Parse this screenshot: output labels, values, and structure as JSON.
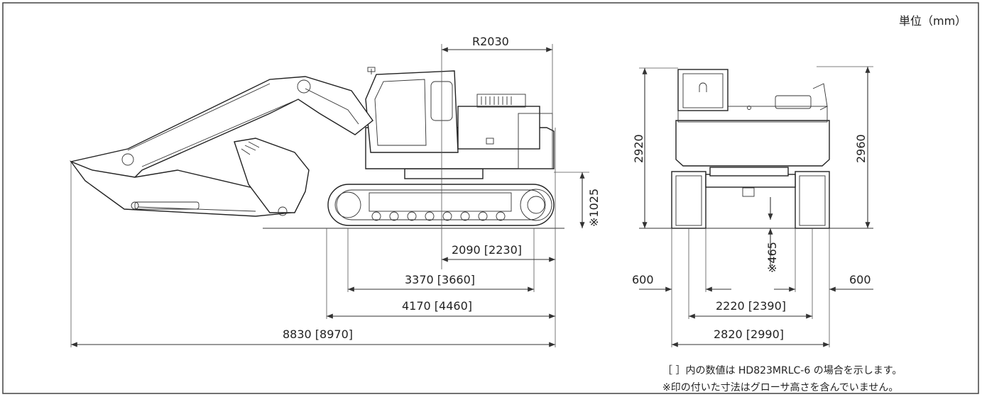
{
  "unit_label": "単位（mm）",
  "side_view": {
    "tail_radius": "R2030",
    "track_height": "※1025",
    "rear_to_center": "2090 [2230]",
    "tumbler_distance": "3370 [3660]",
    "track_length": "4170 [4460]",
    "overall_length": "8830 [8970]"
  },
  "front_view": {
    "cab_height": "2920",
    "overall_height": "2960",
    "ground_clearance": "※465",
    "shoe_width_left": "600",
    "shoe_width_right": "600",
    "track_gauge": "2220 [2390]",
    "overall_width": "2820 [2990]"
  },
  "notes": {
    "line1": "［ ］内の数値は HD823MRLC-6 の場合を示します。",
    "line2": "※印の付いた寸法はグローサ高さを含んでいません。"
  }
}
